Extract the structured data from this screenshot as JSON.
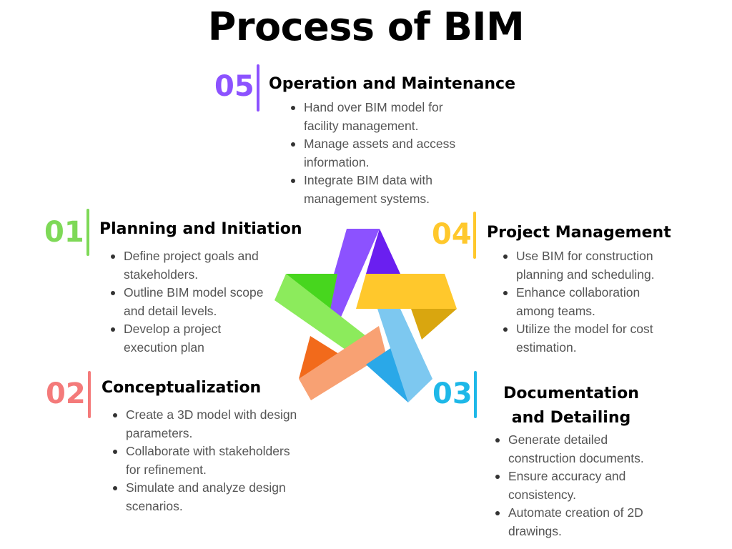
{
  "title": "Process of BIM",
  "steps": [
    {
      "number": "01",
      "color": "#7ED957",
      "heading": "Planning and Initiation",
      "bullets": [
        "Define project goals and stakeholders.",
        "Outline BIM model scope and detail levels.",
        "Develop a project execution plan"
      ]
    },
    {
      "number": "02",
      "color": "#F47A7A",
      "heading": "Conceptualization",
      "bullets": [
        "Create a 3D model with design parameters.",
        "Collaborate with stakeholders for refinement.",
        "Simulate and analyze design scenarios."
      ]
    },
    {
      "number": "03",
      "color": "#1EB8E8",
      "heading": "Documentation and Detailing",
      "bullets": [
        "Generate detailed construction documents.",
        "Ensure accuracy and consistency.",
        "Automate creation of 2D drawings."
      ]
    },
    {
      "number": "04",
      "color": "#FFC82C",
      "heading": "Project Management",
      "bullets": [
        "Use BIM for construction planning and scheduling.",
        "Enhance collaboration among teams.",
        "Utilize the model for cost estimation."
      ]
    },
    {
      "number": "05",
      "color": "#8C52FF",
      "heading": "Operation and Maintenance",
      "bullets": [
        "Hand over BIM model for facility management.",
        "Manage assets and access information.",
        "Integrate BIM data with management systems."
      ]
    }
  ],
  "star_colors": {
    "purple": "#8C52FF",
    "purple_dark": "#6A1FF0",
    "yellow": "#FFC82C",
    "yellow_dark": "#D9A60F",
    "blue": "#7DC8F0",
    "blue_dark": "#2AA8E8",
    "orange": "#F8A173",
    "orange_dark": "#F26A1B",
    "green": "#8CEB5C",
    "green_dark": "#47D61E"
  }
}
